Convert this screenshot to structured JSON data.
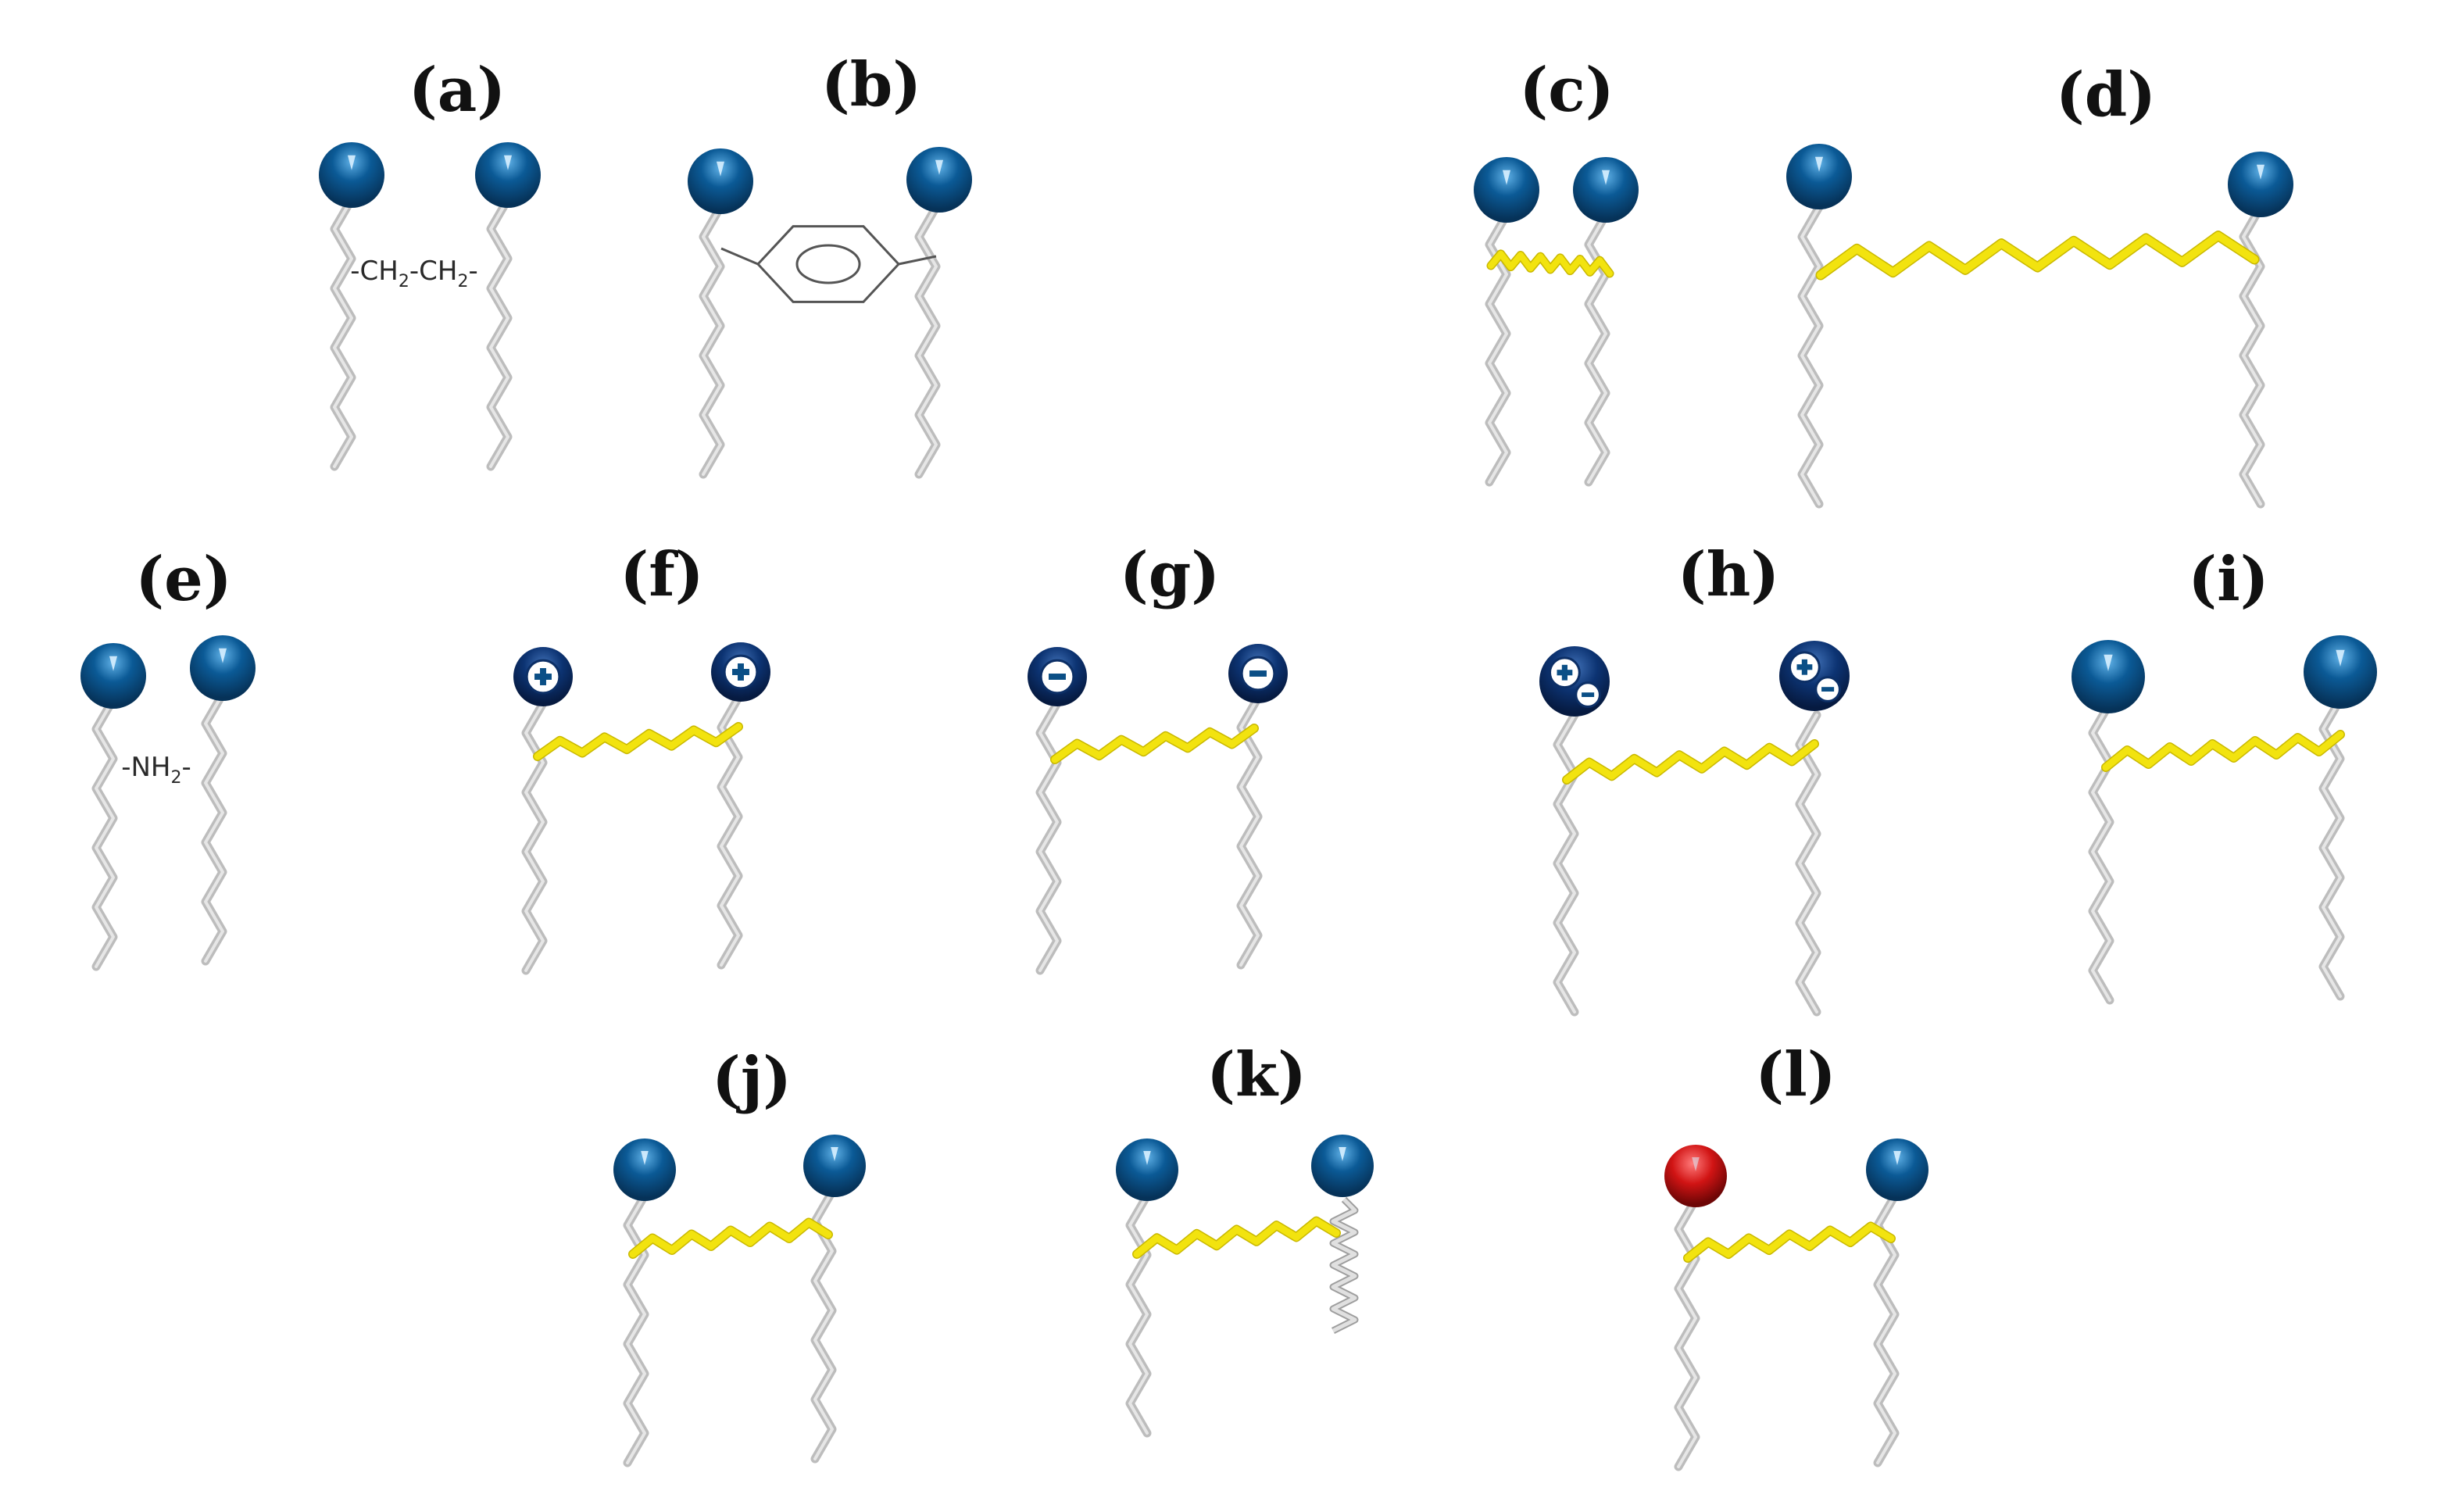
{
  "panels": [
    {
      "label": "(a)",
      "linker": "text",
      "linker_text": [
        "-CH",
        "2",
        "-CH",
        "2",
        "-"
      ]
    },
    {
      "label": "(b)",
      "linker": "benzene"
    },
    {
      "label": "(c)",
      "linker": "short-chain"
    },
    {
      "label": "(d)",
      "linker": "long-chain"
    },
    {
      "label": "(e)",
      "linker": "text",
      "linker_text": [
        "-NH",
        "2",
        "-"
      ]
    },
    {
      "label": "(f)",
      "linker": "chain",
      "head": "charged-positive"
    },
    {
      "label": "(g)",
      "linker": "chain",
      "head": "charged-negative"
    },
    {
      "label": "(h)",
      "linker": "chain",
      "head": "zwitterionic"
    },
    {
      "label": "(i)",
      "linker": "chain",
      "head": "large"
    },
    {
      "label": "(j)",
      "linker": "chain",
      "head": "normal"
    },
    {
      "label": "(k)",
      "linker": "chain",
      "head": "normal",
      "modification": "helix-tail-right"
    },
    {
      "label": "(l)",
      "linker": "chain",
      "head": "mixed-red-blue"
    }
  ],
  "colors": {
    "head_blue": "#0b4f86",
    "head_navy": "#0c2f66",
    "head_red": "#cc1414",
    "tail_gray": "#bdbdbd",
    "spacer_yellow": "#f2e30f",
    "benzene_stroke": "#555555"
  },
  "icons": [
    "sphere-icon",
    "plus-icon",
    "minus-icon"
  ]
}
